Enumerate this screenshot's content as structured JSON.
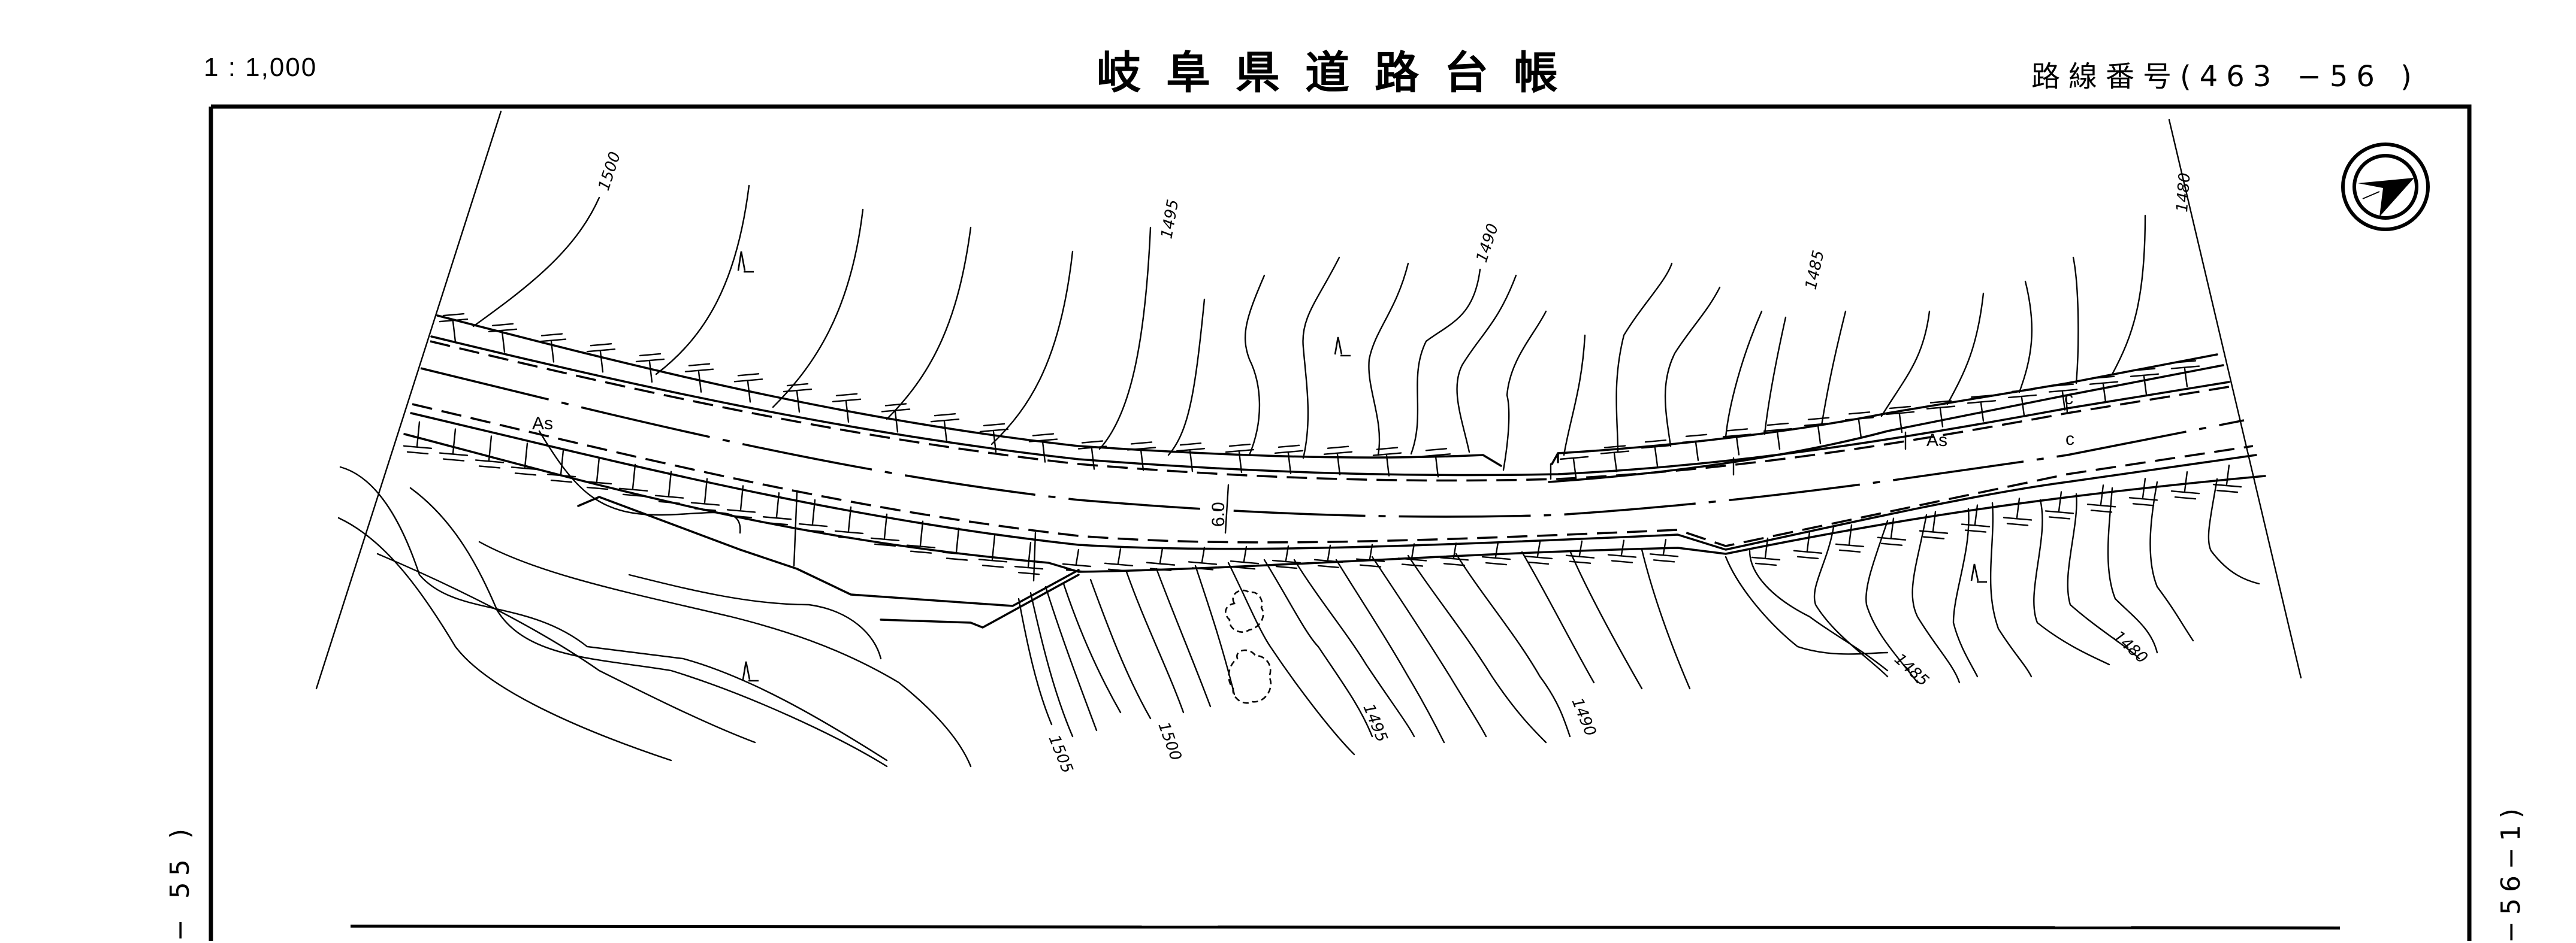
{
  "header": {
    "scale": "1 : 1,000",
    "title": "岐阜県道路台帳",
    "route_number": "路線番号(463 −56 )"
  },
  "margin": {
    "left_ref": "− 55 )",
    "right_ref": "−56−1)"
  },
  "map": {
    "north_arrow": "north-arrow-icon",
    "road_labels": {
      "surface_west": "As",
      "surface_east": "As",
      "curb_north": "c",
      "curb_south": "c",
      "road_width": "6.0"
    },
    "contour_labels_north": [
      "1500",
      "1495",
      "1490",
      "1485",
      "1480"
    ],
    "contour_labels_south": [
      "1505",
      "1500",
      "1495",
      "1490",
      "1485",
      "1480"
    ],
    "symbols": [
      "wasteland-symbol",
      "wasteland-symbol",
      "wasteland-symbol",
      "wasteland-symbol",
      "tree-symbol",
      "tree-symbol"
    ]
  }
}
